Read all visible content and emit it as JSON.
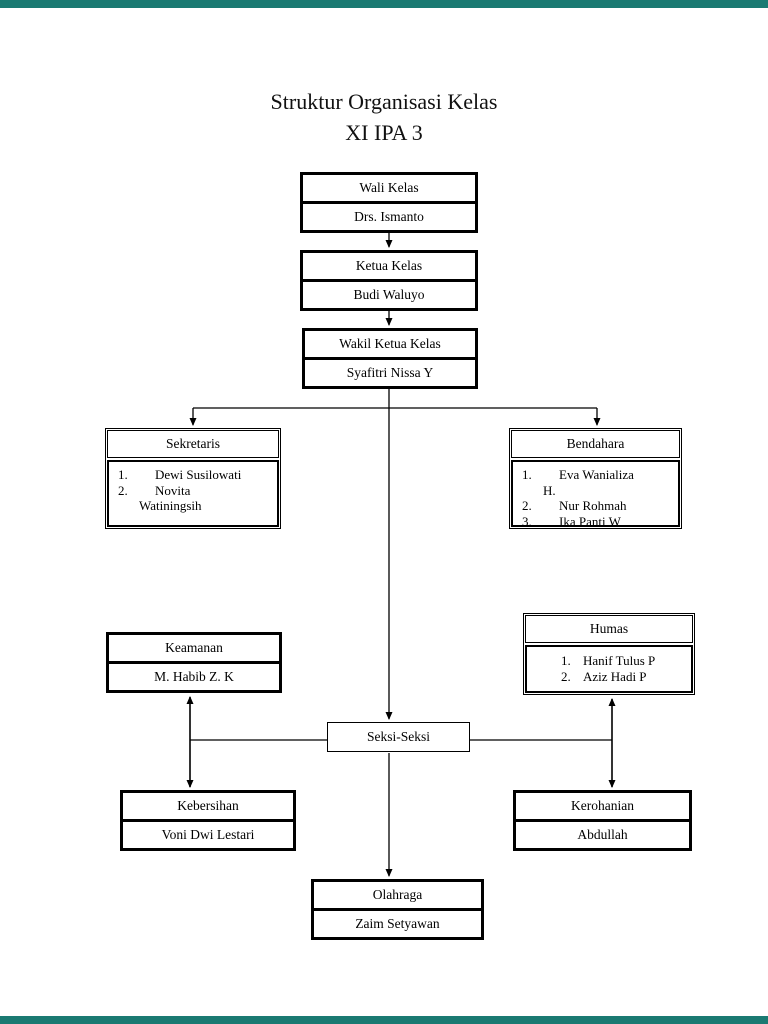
{
  "page": {
    "colors": {
      "edge_bar": "#1a7a72",
      "line": "#000000",
      "paper": "#ffffff"
    }
  },
  "title": {
    "line1": "Struktur Organisasi Kelas",
    "line2": "XI IPA 3"
  },
  "nodes": {
    "wali": {
      "title": "Wali Kelas",
      "name": "Drs. Ismanto"
    },
    "ketua": {
      "title": "Ketua Kelas",
      "name": "Budi Waluyo"
    },
    "wakil": {
      "title": "Wakil Ketua Kelas",
      "name": "Syafitri Nissa Y"
    },
    "sekretaris": {
      "title": "Sekretaris",
      "lines": [
        {
          "num": "1.",
          "text": "Dewi Susilowati"
        },
        {
          "num": "2.",
          "text": "Novita"
        },
        {
          "num": "",
          "text": "Watiningsih"
        }
      ]
    },
    "bendahara": {
      "title": "Bendahara",
      "lines": [
        {
          "num": "1.",
          "text": "Eva Wanializa"
        },
        {
          "num": "",
          "text": "H."
        },
        {
          "num": "2.",
          "text": "Nur Rohmah"
        },
        {
          "num": "3.",
          "text": "Ika Panti W"
        }
      ]
    },
    "keamanan": {
      "title": "Keamanan",
      "name": "M. Habib Z. K"
    },
    "humas": {
      "title": "Humas",
      "lines": [
        {
          "num": "1.",
          "text": "Hanif Tulus P"
        },
        {
          "num": "2.",
          "text": "Aziz Hadi P"
        }
      ]
    },
    "seksi": {
      "title": "Seksi-Seksi"
    },
    "kebersihan": {
      "title": "Kebersihan",
      "name": "Voni Dwi Lestari"
    },
    "kerohanian": {
      "title": "Kerohanian",
      "name": "Abdullah"
    },
    "olahraga": {
      "title": "Olahraga",
      "name": "Zaim Setyawan"
    }
  }
}
